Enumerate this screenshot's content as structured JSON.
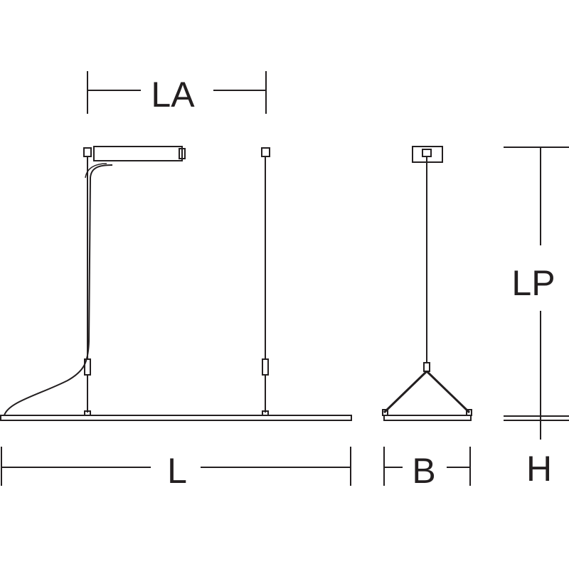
{
  "dimensions": {
    "la": "LA",
    "l": "L",
    "b": "B",
    "lp": "LP",
    "h": "H"
  },
  "colors": {
    "line": "#231f20",
    "background": "#ffffff"
  }
}
